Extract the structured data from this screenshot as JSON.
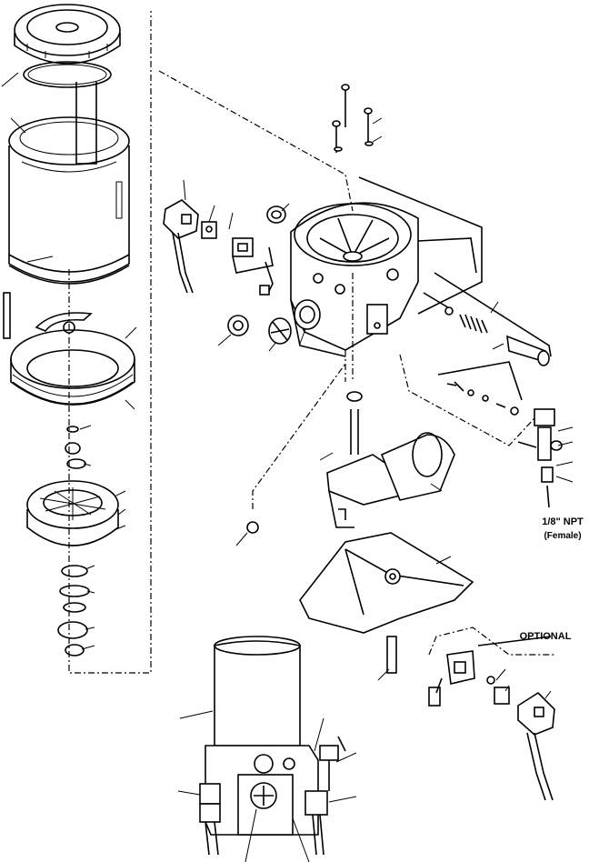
{
  "labels": {
    "fitting_thread_line1": "1/8\" NPT",
    "fitting_thread_line2": "(Female)",
    "optional_kit": "OPTIONAL"
  }
}
